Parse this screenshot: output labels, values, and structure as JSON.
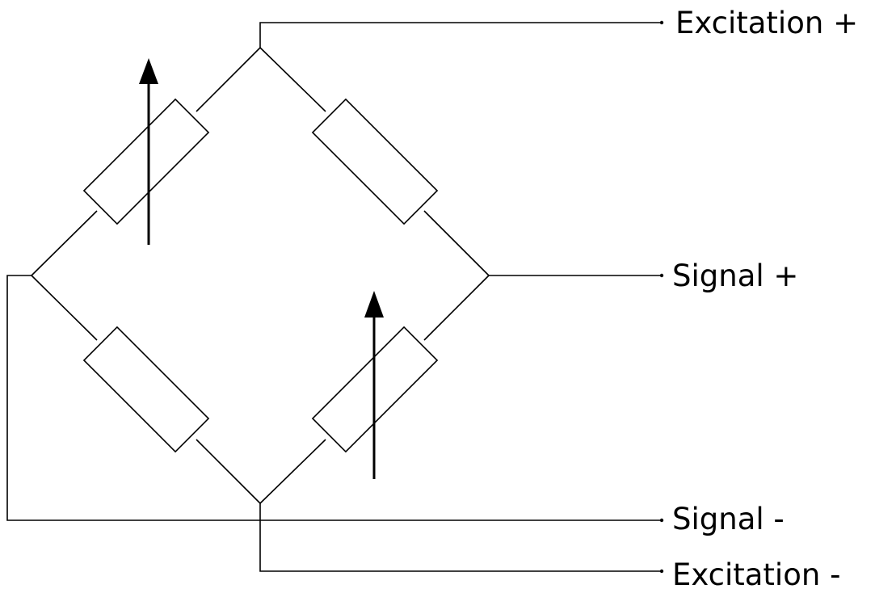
{
  "diagram": {
    "type": "wheatstone-bridge",
    "terminals": {
      "excitation_plus": "Excitation +",
      "signal_plus": "Signal +",
      "signal_minus": "Signal -",
      "excitation_minus": "Excitation -"
    },
    "arms": [
      {
        "position": "top-left",
        "variable": true
      },
      {
        "position": "top-right",
        "variable": false
      },
      {
        "position": "bottom-left",
        "variable": false
      },
      {
        "position": "bottom-right",
        "variable": true
      }
    ]
  }
}
